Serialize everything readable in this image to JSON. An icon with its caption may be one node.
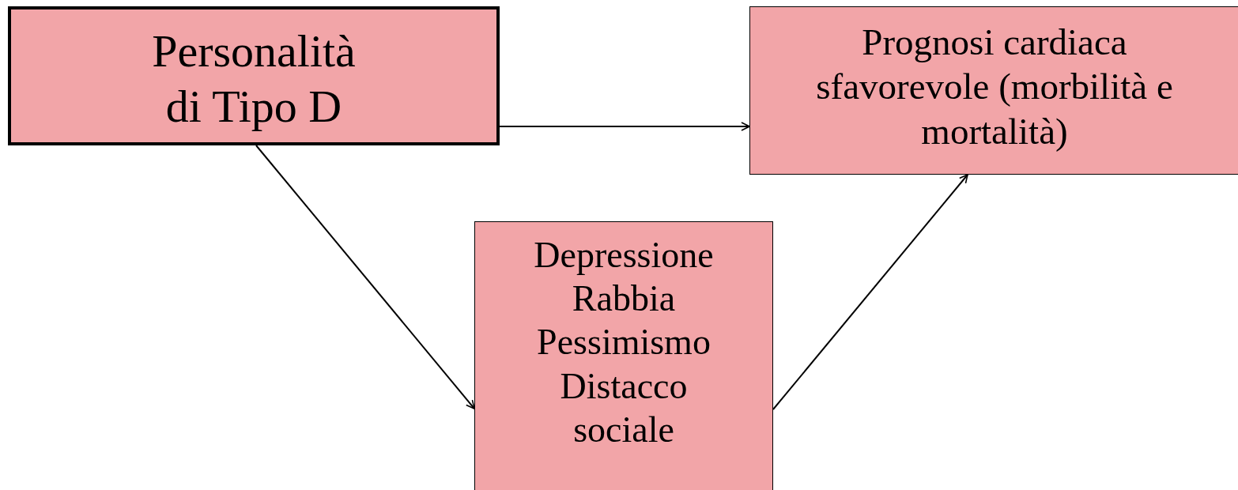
{
  "diagram": {
    "nodes": [
      {
        "text": [
          "Personalità di Tipo D"
        ]
      },
      {
        "text": [
          "Prognosi cardiaca sfavorevole (morbilità e mortalità)"
        ]
      },
      {
        "text": [
          "Depressione",
          "Rabbia",
          "Pessimismo",
          "Distacco sociale"
        ]
      }
    ],
    "edges": [
      {
        "from": 0,
        "to": 1,
        "arrow": "to"
      },
      {
        "from": 0,
        "to": 2,
        "arrow": "to"
      },
      {
        "from": 2,
        "to": 1,
        "arrow": "to"
      }
    ]
  }
}
